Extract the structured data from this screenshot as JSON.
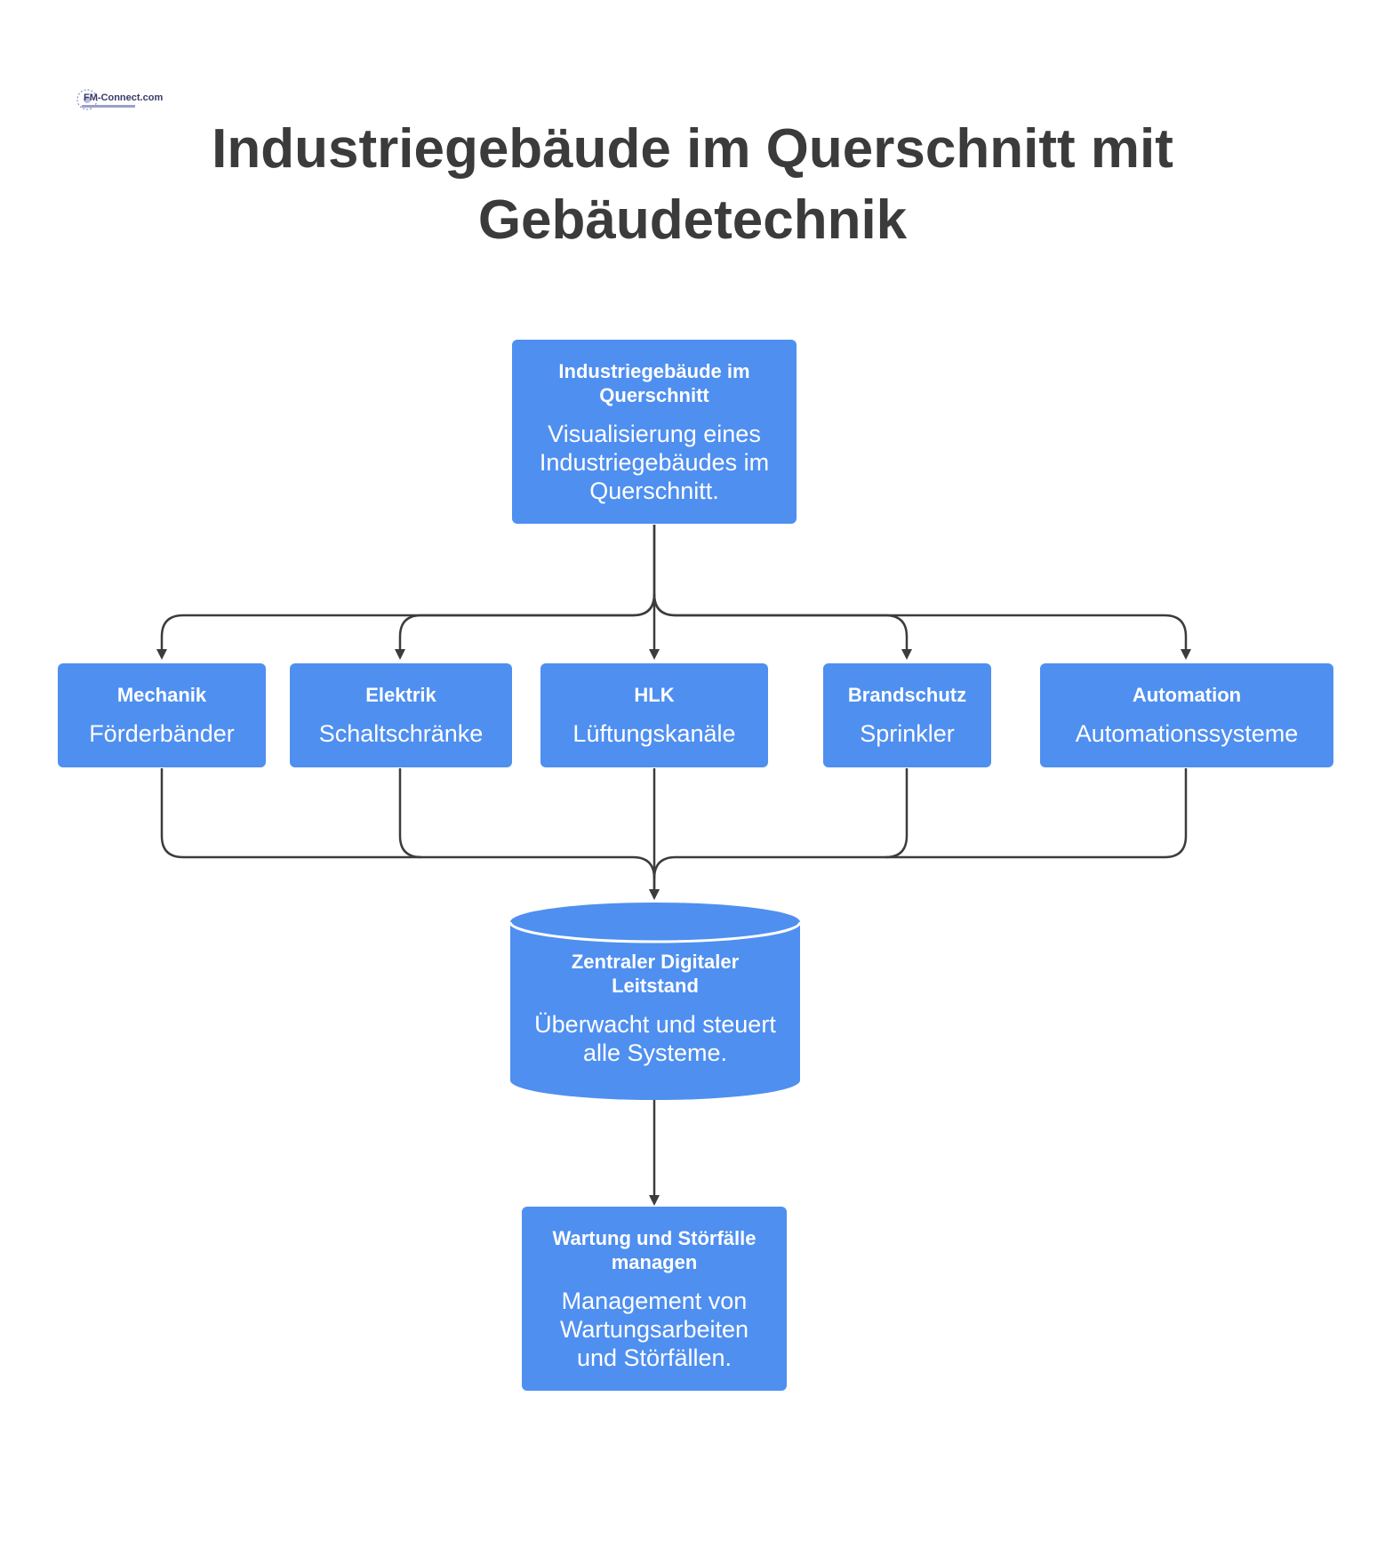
{
  "logo": {
    "text": "FM-Connect.com"
  },
  "title": "Industriegebäude im Querschnitt mit Gebäudetechnik",
  "colors": {
    "node_fill": "#4f8ff0",
    "connector": "#3c3c3c",
    "title_text": "#3b3b3b"
  },
  "nodes": {
    "top": {
      "title": "Industriegebäude im Querschnitt",
      "desc": "Visualisierung eines Industriegebäudes im Querschnitt."
    },
    "mechanik": {
      "title": "Mechanik",
      "desc": "Förderbänder"
    },
    "elektrik": {
      "title": "Elektrik",
      "desc": "Schaltschränke"
    },
    "hlk": {
      "title": "HLK",
      "desc": "Lüftungskanäle"
    },
    "brandschutz": {
      "title": "Brandschutz",
      "desc": "Sprinkler"
    },
    "automation": {
      "title": "Automation",
      "desc": "Automationssysteme"
    },
    "leitstand": {
      "title": "Zentraler Digitaler Leitstand",
      "desc": "Überwacht und steuert alle Systeme."
    },
    "wartung": {
      "title": "Wartung und Störfälle managen",
      "desc": "Management von Wartungsarbeiten und Störfällen."
    }
  }
}
